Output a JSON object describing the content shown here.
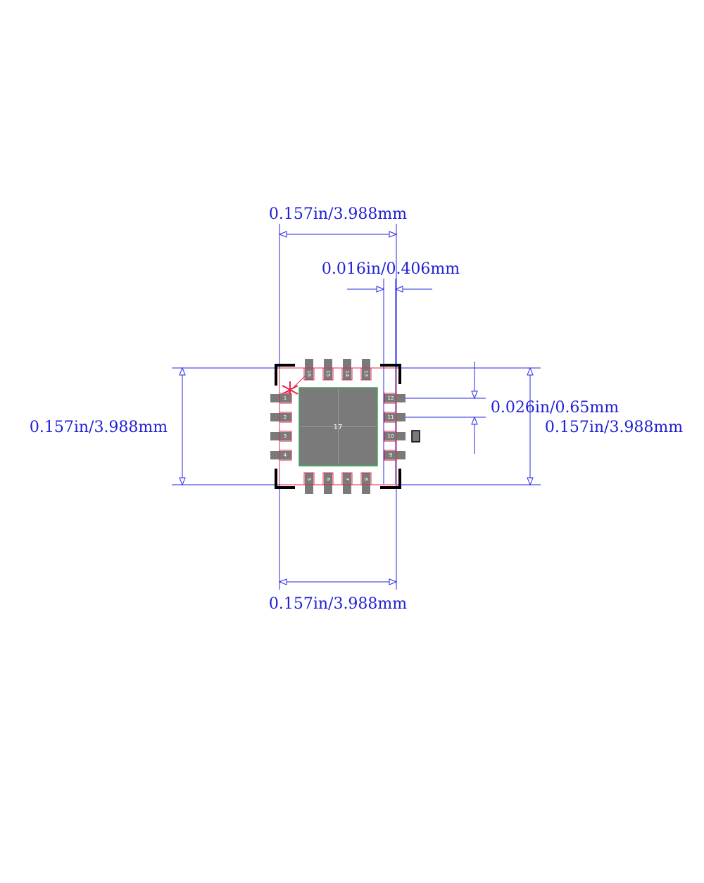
{
  "colors": {
    "dimension_line": "#2727e6",
    "dimension_text": "#1f1fd6",
    "pad_fill": "#7a7a7a",
    "pad_outline": "#e0284b",
    "body_outline": "#e0284b",
    "exposed_pad_outline": "#3fa35a",
    "silkscreen": "#000000",
    "pin1_marker": "#e0284b"
  },
  "dimensions": {
    "top_width": "0.157in/3.988mm",
    "pin_width": "0.016in/0.406mm",
    "left_height": "0.157in/3.988mm",
    "pitch": "0.026in/0.65mm",
    "right_height": "0.157in/3.988mm",
    "bottom_width": "0.157in/3.988mm"
  },
  "package": {
    "exposed_pad_number": "17",
    "pin1_marker_icon": "asterisk-icon",
    "left_pins": [
      "1",
      "2",
      "3",
      "4"
    ],
    "bottom_pins": [
      "5",
      "6",
      "7",
      "8"
    ],
    "right_pins": [
      "9",
      "10",
      "11",
      "12"
    ],
    "top_pins": [
      "13",
      "14",
      "15",
      "16"
    ]
  }
}
